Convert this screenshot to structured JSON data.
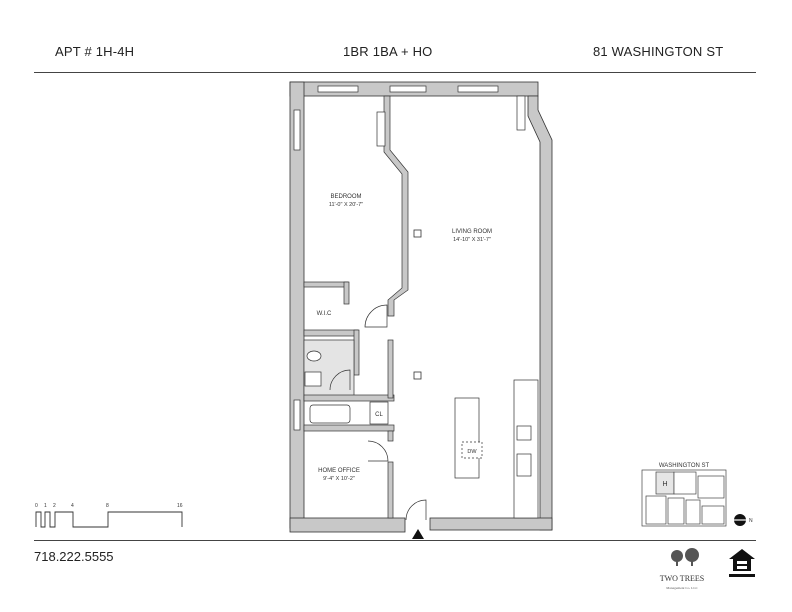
{
  "header": {
    "apt": "APT # 1H-4H",
    "layout": "1BR 1BA + HO",
    "address": "81 WASHINGTON ST"
  },
  "rooms": {
    "bedroom": {
      "name": "BEDROOM",
      "dims": "11'-0\" X 20'-7\""
    },
    "living": {
      "name": "LIVING ROOM",
      "dims": "14'-10\" X 31'-7\""
    },
    "wic": "W.I.C",
    "closet": "CL",
    "dishwasher": "DW",
    "office": {
      "name": "HOME OFFICE",
      "dims": "9'-4\" X 10'-2\""
    }
  },
  "scale": {
    "ticks": [
      "0",
      "1",
      "2",
      "4",
      "8",
      "16"
    ]
  },
  "key_map": {
    "street": "WASHINGTON ST",
    "unit": "H",
    "north": "N"
  },
  "footer": {
    "phone": "718.222.5555",
    "brand": "TWO TREES",
    "brand_sub": "Management Co. LLC"
  },
  "colors": {
    "wall": "#c8c8c8",
    "line": "#333333"
  }
}
